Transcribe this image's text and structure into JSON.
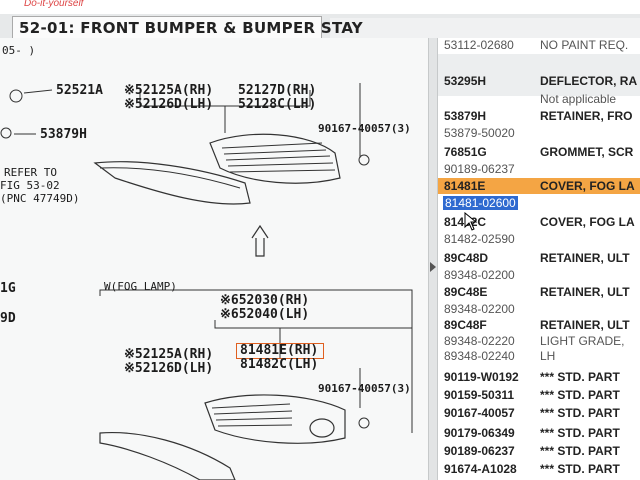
{
  "app": {
    "brand": "Do-it-yourself"
  },
  "tab": {
    "title": "52-01: FRONT BUMPER & BUMPER STAY"
  },
  "diagram": {
    "left_labels": {
      "top_fragment": "05-    )",
      "l1": "52521A",
      "l2": "53879H",
      "refer1": "REFER TO",
      "refer2": "FIG 53-02",
      "refer3": "(PNC 47749D)",
      "code_1g": "1G",
      "code_9d": "9D"
    },
    "upper": {
      "a1": "※52125A(RH)",
      "a2": "※52126D(LH)",
      "b1": "52127D(RH)",
      "b2": "52128C(LH)",
      "bolt": "90167-40057(3)"
    },
    "lower": {
      "group": "W(FOG LAMP)",
      "c1": "※652030(RH)",
      "c2": "※652040(LH)",
      "a1": "※52125A(RH)",
      "a2": "※52126D(LH)",
      "f1": "81481E(RH)",
      "f2": "81482C(LH)",
      "bolt": "90167-40057(3)"
    }
  },
  "parts": [
    {
      "pn": "53112-02680",
      "desc": "NO PAINT REQ.",
      "sub": true
    },
    {
      "pn": "53295H",
      "desc": "DEFLECTOR, RA",
      "sub": false
    },
    {
      "pn": "",
      "desc": "Not applicable",
      "sub": true
    },
    {
      "pn": "53879H",
      "desc": "RETAINER, FRO",
      "sub": false
    },
    {
      "pn": "53879-50020",
      "desc": "",
      "sub": true
    },
    {
      "pn": "76851G",
      "desc": "GROMMET, SCR",
      "sub": false
    },
    {
      "pn": "90189-06237",
      "desc": "",
      "sub": true
    },
    {
      "pn": "81481E",
      "desc": "COVER, FOG LA",
      "sub": false
    },
    {
      "pn": "81481-02600",
      "desc": "",
      "sub": true
    },
    {
      "pn": "81482C",
      "desc": "COVER, FOG LA",
      "sub": false
    },
    {
      "pn": "81482-02590",
      "desc": "",
      "sub": true
    },
    {
      "pn": "89C48D",
      "desc": "RETAINER, ULT",
      "sub": false
    },
    {
      "pn": "89348-02200",
      "desc": "",
      "sub": true
    },
    {
      "pn": "89C48E",
      "desc": "RETAINER, ULT",
      "sub": false
    },
    {
      "pn": "89348-02200",
      "desc": "",
      "sub": true
    },
    {
      "pn": "89C48F",
      "desc": "RETAINER, ULT",
      "sub": false
    },
    {
      "pn": "89348-02220",
      "desc": "LIGHT GRADE,",
      "sub": true
    },
    {
      "pn": "89348-02240",
      "desc": "LH",
      "sub": true
    },
    {
      "pn": "90119-W0192",
      "desc": "*** STD. PART",
      "sub": false
    },
    {
      "pn": "90159-50311",
      "desc": "*** STD. PART",
      "sub": false
    },
    {
      "pn": "90167-40057",
      "desc": "*** STD. PART",
      "sub": false
    },
    {
      "pn": "90179-06349",
      "desc": "*** STD. PART",
      "sub": false
    },
    {
      "pn": "90189-06237",
      "desc": "*** STD. PART",
      "sub": false
    },
    {
      "pn": "91674-A1028",
      "desc": "*** STD. PART",
      "sub": false
    }
  ],
  "colors": {
    "selected_row": "#f4a544",
    "selected_pn": "#2f6ad0",
    "callout_box": "#e06020"
  }
}
